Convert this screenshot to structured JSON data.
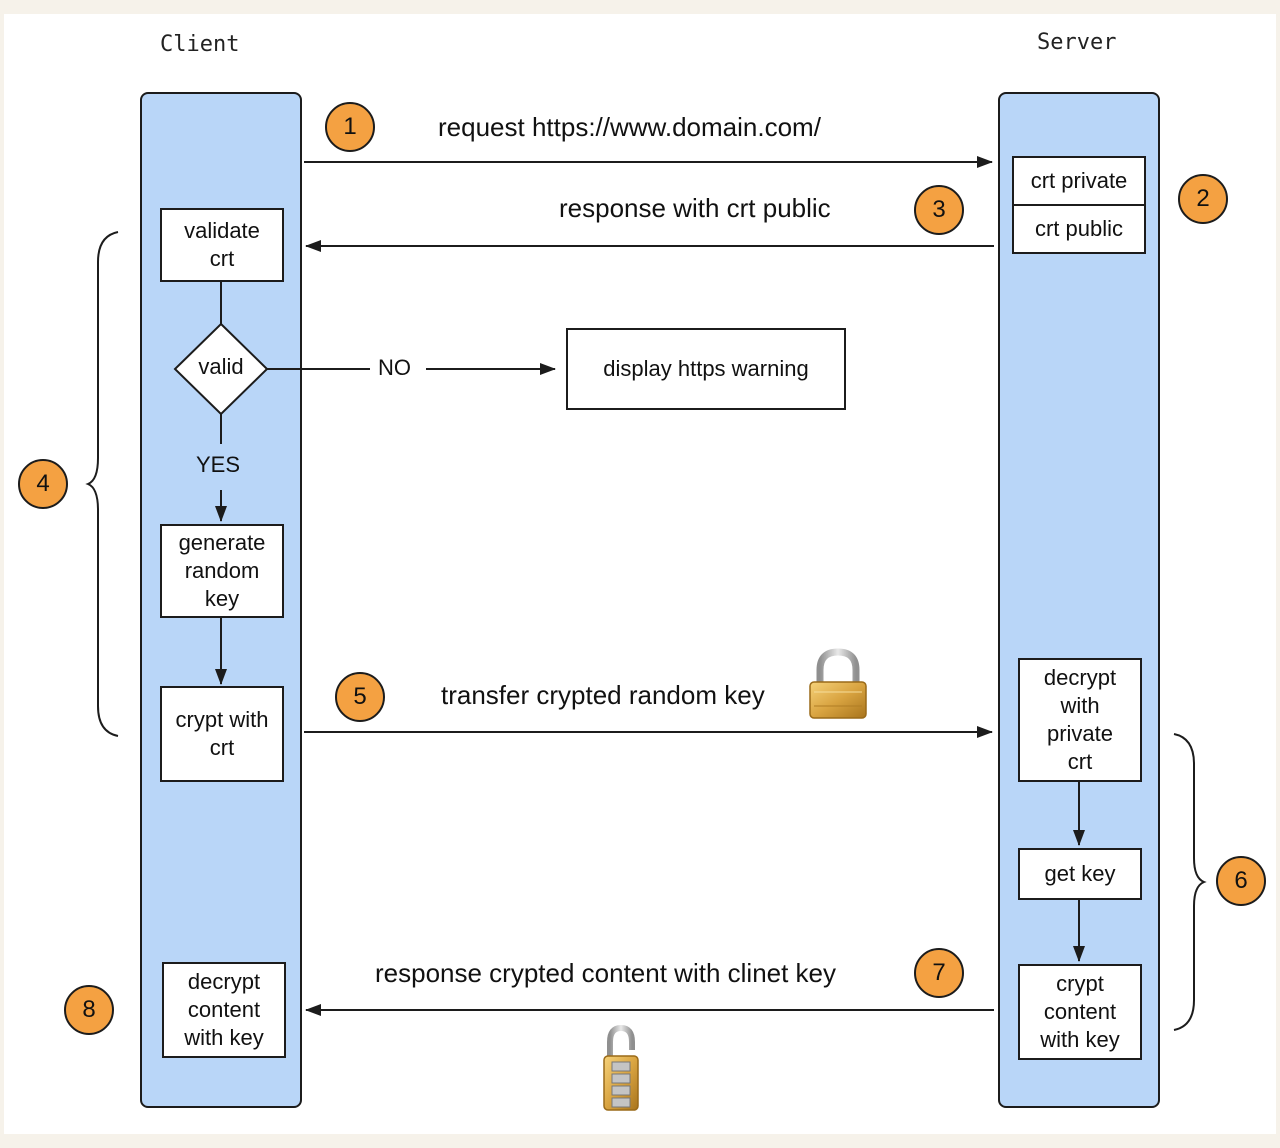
{
  "lanes": {
    "client": "Client",
    "server": "Server"
  },
  "messages": {
    "request": "request https://www.domain.com/",
    "response_crt": "response with crt public",
    "transfer_key": "transfer crypted random key",
    "response_content": "response crypted content with clinet key"
  },
  "boxes": {
    "validate": "validate\ncrt",
    "valid": "valid",
    "display_warning": "display https warning",
    "generate": "generate\nrandom\nkey",
    "crypt_with_crt": "crypt with\ncrt",
    "decrypt_content": "decrypt\ncontent\nwith key",
    "crt_private": "crt private",
    "crt_public": "crt public",
    "decrypt_private": "decrypt\nwith\nprivate\ncrt",
    "get_key": "get key",
    "crypt_content": "crypt\ncontent\nwith key"
  },
  "labels": {
    "no": "NO",
    "yes": "YES"
  },
  "steps": [
    "1",
    "2",
    "3",
    "4",
    "5",
    "6",
    "7",
    "8"
  ],
  "colors": {
    "lane_fill": "#b9d6f8",
    "step_fill": "#f4a142",
    "line": "#1c1c1c",
    "lock_gold": "#d9a441"
  },
  "icons": {
    "lock_closed": "padlock-icon",
    "lock_combination": "combination-lock-icon"
  }
}
